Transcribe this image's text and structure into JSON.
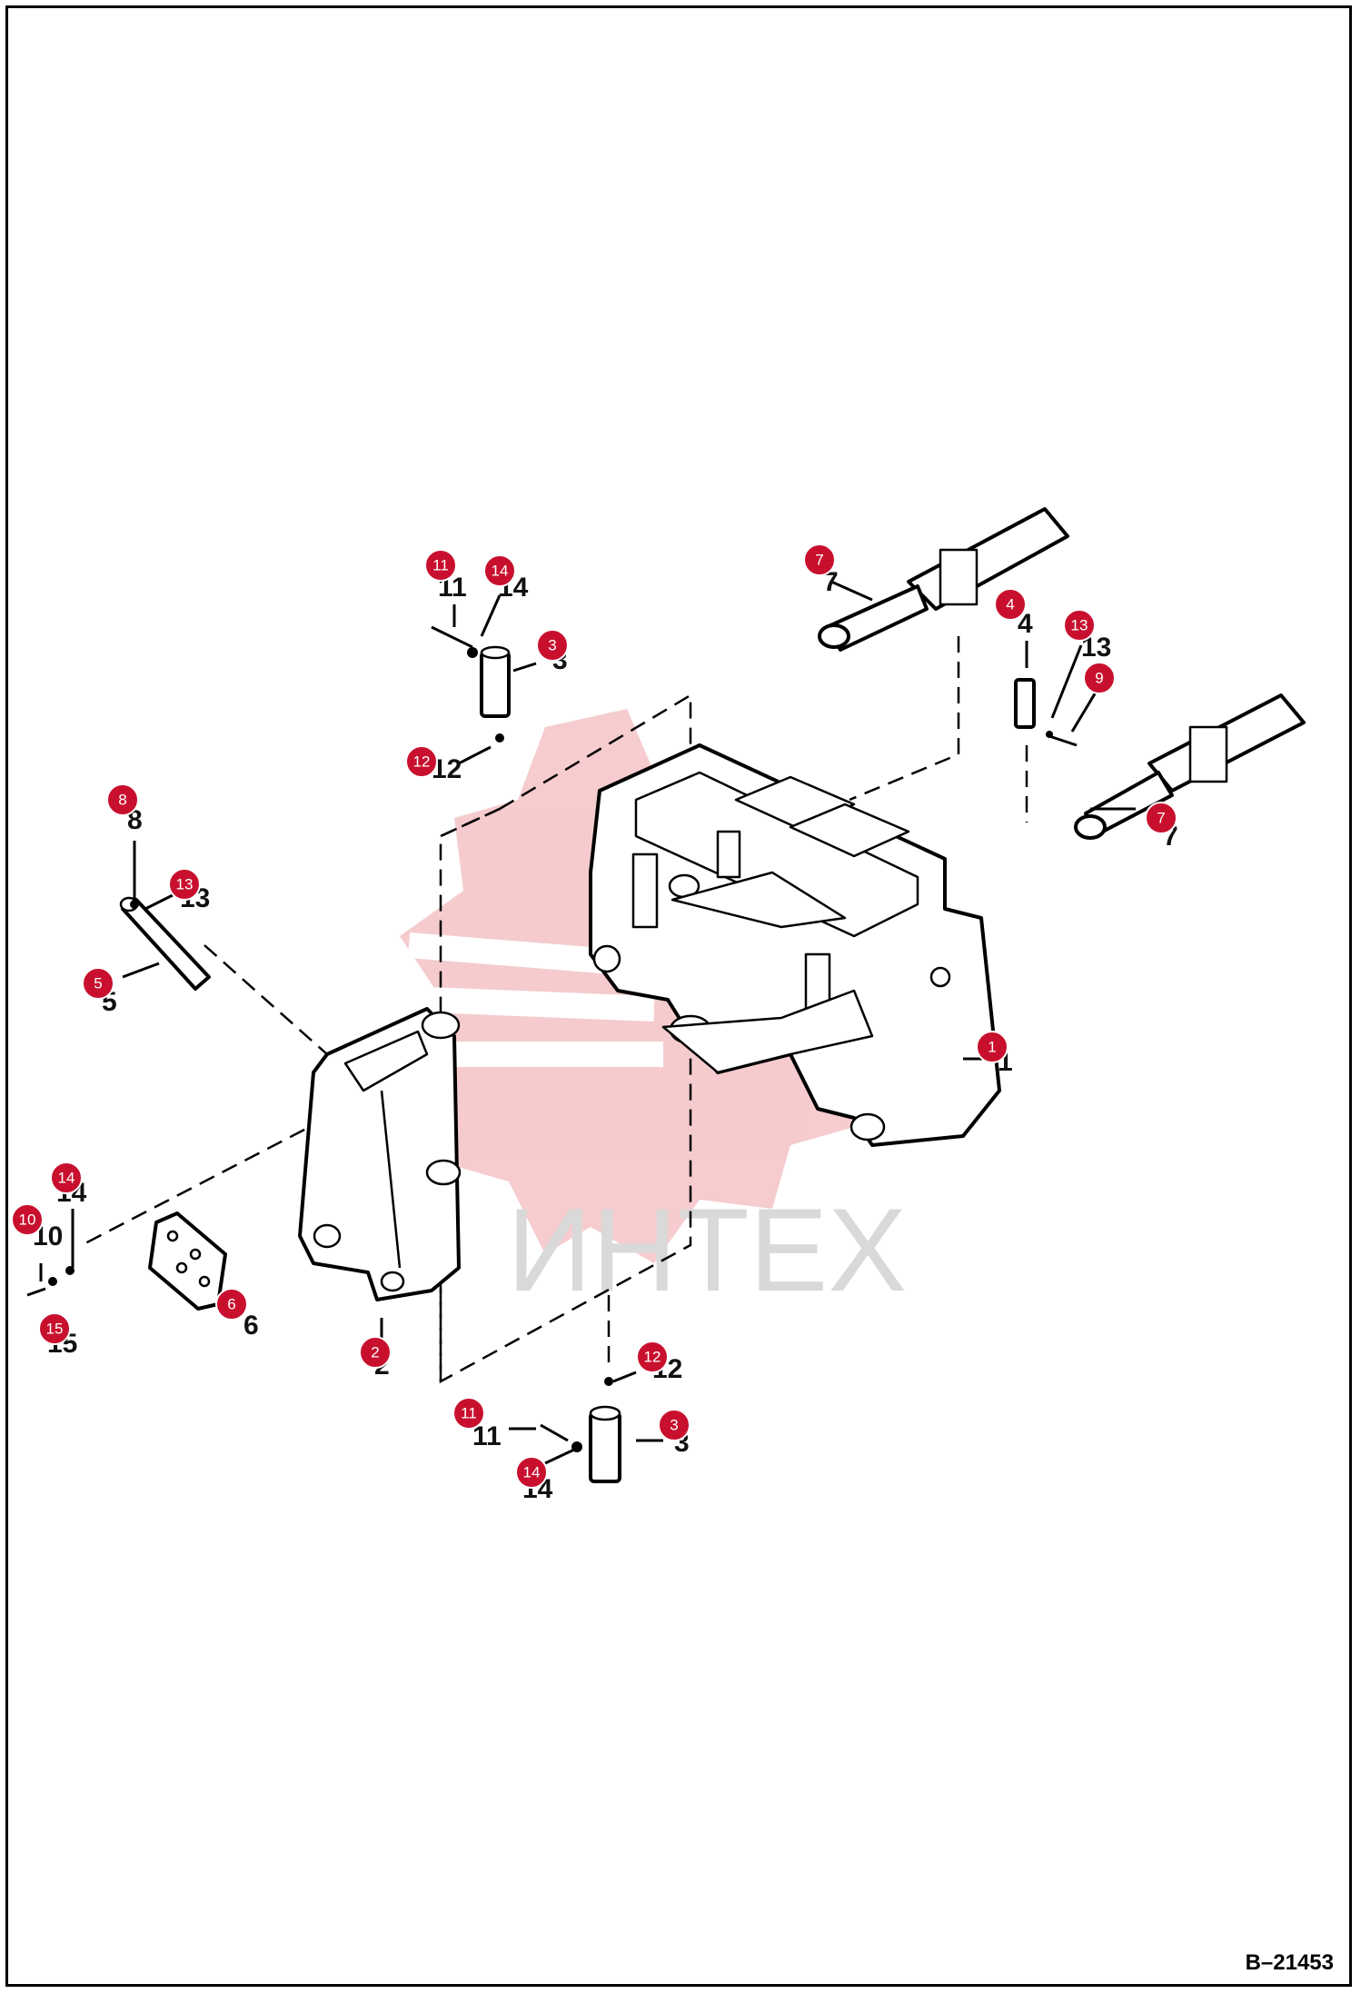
{
  "diagram_id": "B–21453",
  "watermark_text": "ИНТЕХ",
  "accent_color": "#c8102e",
  "watermark_color": "#f4c3c6",
  "callouts": [
    {
      "label": "11"
    },
    {
      "label": "14"
    },
    {
      "label": "3"
    },
    {
      "label": "12"
    },
    {
      "label": "7"
    },
    {
      "label": "4"
    },
    {
      "label": "13"
    },
    {
      "label": "9"
    },
    {
      "label": "7"
    },
    {
      "label": "8"
    },
    {
      "label": "13"
    },
    {
      "label": "5"
    },
    {
      "label": "1"
    },
    {
      "label": "14"
    },
    {
      "label": "10"
    },
    {
      "label": "15"
    },
    {
      "label": "6"
    },
    {
      "label": "2"
    },
    {
      "label": "12"
    },
    {
      "label": "11"
    },
    {
      "label": "3"
    },
    {
      "label": "14"
    }
  ],
  "printed_numbers": [
    {
      "label": "11"
    },
    {
      "label": "14"
    },
    {
      "label": "3"
    },
    {
      "label": "12"
    },
    {
      "label": "7"
    },
    {
      "label": "4"
    },
    {
      "label": "13"
    },
    {
      "label": "7"
    },
    {
      "label": "8"
    },
    {
      "label": "13"
    },
    {
      "label": "5"
    },
    {
      "label": "1"
    },
    {
      "label": "14"
    },
    {
      "label": "10"
    },
    {
      "label": "15"
    },
    {
      "label": "6"
    },
    {
      "label": "2"
    },
    {
      "label": "12"
    },
    {
      "label": "11"
    },
    {
      "label": "3"
    },
    {
      "label": "14"
    }
  ]
}
